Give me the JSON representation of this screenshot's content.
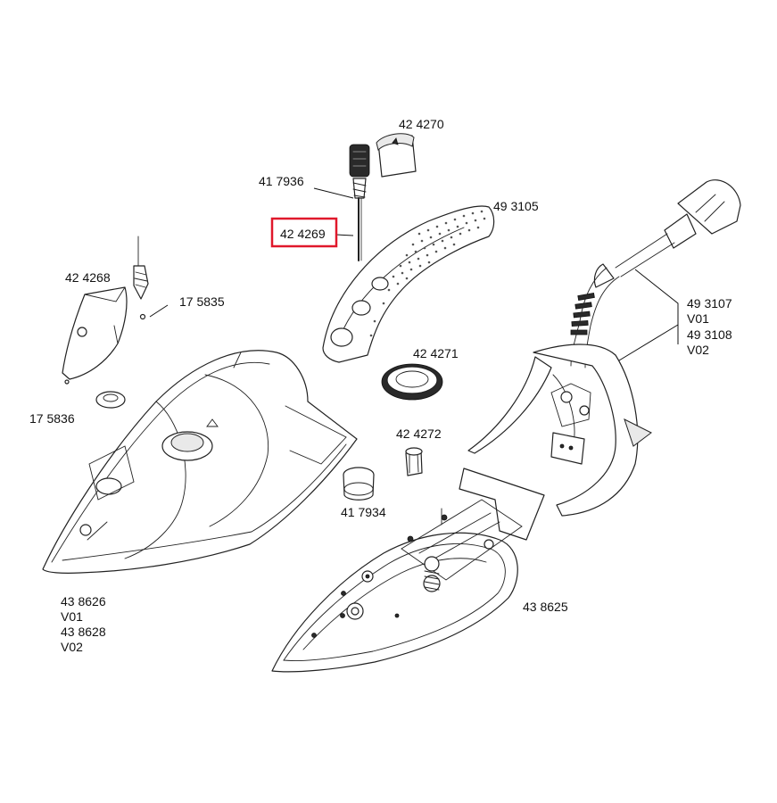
{
  "diagram": {
    "labels": {
      "p424270": "42 4270",
      "p417936": "41 7936",
      "p424269": "42 4269",
      "p493105": "49 3105",
      "p424268": "42 4268",
      "p175835": "17 5835",
      "p493107": "49 3107",
      "p493107_v": "V01",
      "p493108": "49 3108",
      "p493108_v": "V02",
      "p424271": "42 4271",
      "p175836": "17 5836",
      "p424272": "42 4272",
      "p417934": "41 7934",
      "p438626": "43 8626",
      "p438626_v": "V01",
      "p438628": "43 8628",
      "p438628_v": "V02",
      "p438625": "43 8625"
    },
    "highlight_color": "#e0182b"
  }
}
